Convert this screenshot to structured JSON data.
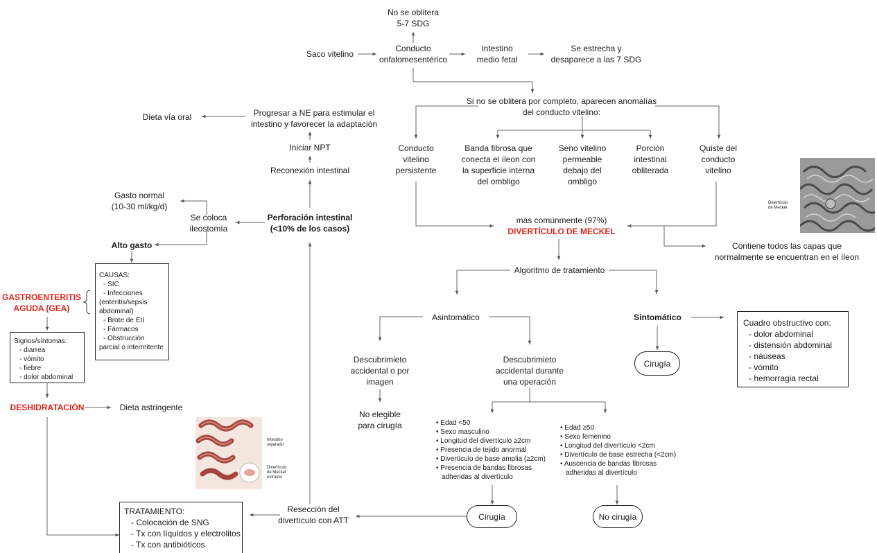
{
  "embryo": {
    "no_oblitera": [
      "No se oblitera",
      "5-7 SDG"
    ],
    "saco": "Saco vitelino",
    "conducto": [
      "Conducto",
      "onfalomesentérico"
    ],
    "intestino": [
      "Intestino",
      "medio fetal"
    ],
    "estrecha": [
      "Se estrecha y",
      "desaparece a las 7 SDG"
    ],
    "anomalias": [
      "Si no se oblitera por completo, aparecen anomalías",
      "del conducto vitelino:"
    ]
  },
  "anomalies": [
    [
      "Conducto",
      "vitelino",
      "persistente"
    ],
    [
      "Banda fibrosa que",
      "conecta el íleon con",
      "la superficie interna",
      "del ombligo"
    ],
    [
      "Seno vitelino",
      "permeable",
      "debajo del",
      "ombligo"
    ],
    [
      "Porción",
      "intestinal",
      "obliterada"
    ],
    [
      "Quiste del",
      "conducto",
      "vitelino"
    ]
  ],
  "meckel": {
    "comun": "más comúnmente (97%)",
    "title": "DIVERTÍCULO DE MECKEL",
    "capas": [
      "Contiene todos las capas que",
      "normalmente se encuentran en el íleon"
    ],
    "img_label": [
      "Divertículo",
      "de Meckel"
    ]
  },
  "algoritmo": "Algoritmo de tratamiento",
  "asintomatico": "Asintomático",
  "sintomatico": "Sintomático",
  "desc_imagen": [
    "Descubrimieto",
    "accidental o por",
    "imagen"
  ],
  "desc_operacion": [
    "Descubrimieto",
    "accidental durante",
    "una operación"
  ],
  "no_elegible": [
    "No elegible",
    "para cirugía"
  ],
  "criteria_yes": [
    "Edad <50",
    "Sexo masculino",
    "Longitud del divertículo ≥2cm",
    "Presencia de tejido anormal",
    "Divertículo de base amplia (≥2cm)",
    "Presencia de bandas fibrosas adheridas al divertículo"
  ],
  "criteria_no": [
    "Edad ≥50",
    "Sexo femenino",
    "Longitud del divertículo <2cm",
    "Divertículo de base estrecha (<2cm)",
    "Auscencia de bandas fibrosas adheridas al divertículo"
  ],
  "cirugia": "Cirugía",
  "no_cirugia": "No cirugía",
  "obstructivo": {
    "title": "Cuadro obstructivo con:",
    "items": [
      "dolor abdominal",
      "distensión abdominal",
      "náuseas",
      "vómito",
      "hemorragia rectal"
    ]
  },
  "reseccion": [
    "Resección del",
    "divertículo con ATT"
  ],
  "tratamiento": {
    "title": "TRATAMIENTO:",
    "items": [
      "Colocación de SNG",
      "Tx con líquidos y electrolitos",
      "Tx con antibióticos"
    ]
  },
  "intestine_img_labels": [
    [
      "Intestino",
      "reparado"
    ],
    [
      "Divertículo",
      "de Meckel",
      "extraído"
    ]
  ],
  "perforacion": [
    "Perforación intestinal",
    "(<10% de los casos)"
  ],
  "reconexion": "Reconexión intestinal",
  "npt": "Iniciar NPT",
  "progresar": [
    "Progresar a NE para estimular el",
    "intestino y favorecer la adaptación"
  ],
  "dieta_oral": "Dieta vía oral",
  "ileostomia": [
    "Se coloca",
    "ileostomía"
  ],
  "gasto_normal": [
    "Gasto normal",
    "(10-30 ml/kg/d)"
  ],
  "alto_gasto": "Alto gasto",
  "causas": {
    "title": "CAUSAS:",
    "items": [
      "- SIC",
      "- Infecciones",
      "(enteritis/sepsis",
      "abdominal)",
      "- Brote de EII",
      "- Fármacos",
      "- Obstrucción",
      "parcial o intermitente"
    ]
  },
  "gea": [
    "GASTROENTERITIS",
    "AGUDA (GEA)"
  ],
  "signos": {
    "title": "Signos/síntomas:",
    "items": [
      "diarrea",
      "vómito",
      "fiebre",
      "dolor abdominal"
    ]
  },
  "deshidratacion": "DESHIDRATACIÓN",
  "dieta_astringente": "Dieta astringente",
  "colors": {
    "accent": "#e0231b",
    "line": "#555555",
    "text": "#1a1a1a"
  }
}
